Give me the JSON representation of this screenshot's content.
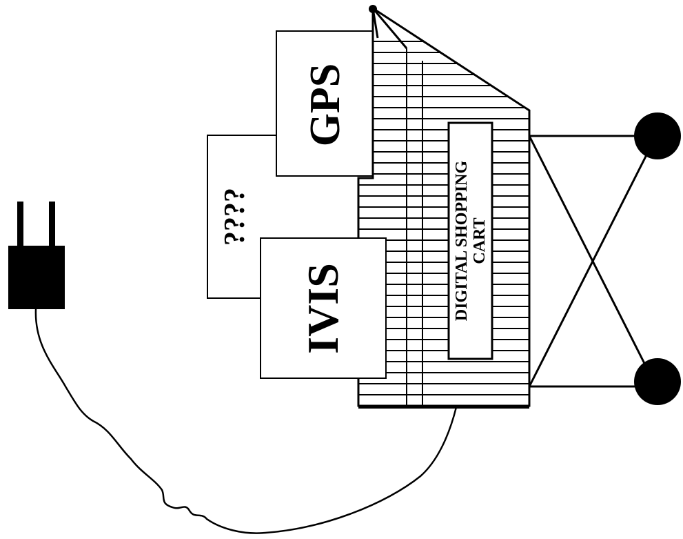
{
  "labels": {
    "gps": "GPS",
    "unknown": "????",
    "ivis": "IVIS",
    "cart_line1": "DIGITAL SHOPPING",
    "cart_line2": "CART"
  },
  "colors": {
    "ink": "#000000",
    "paper": "#ffffff"
  }
}
